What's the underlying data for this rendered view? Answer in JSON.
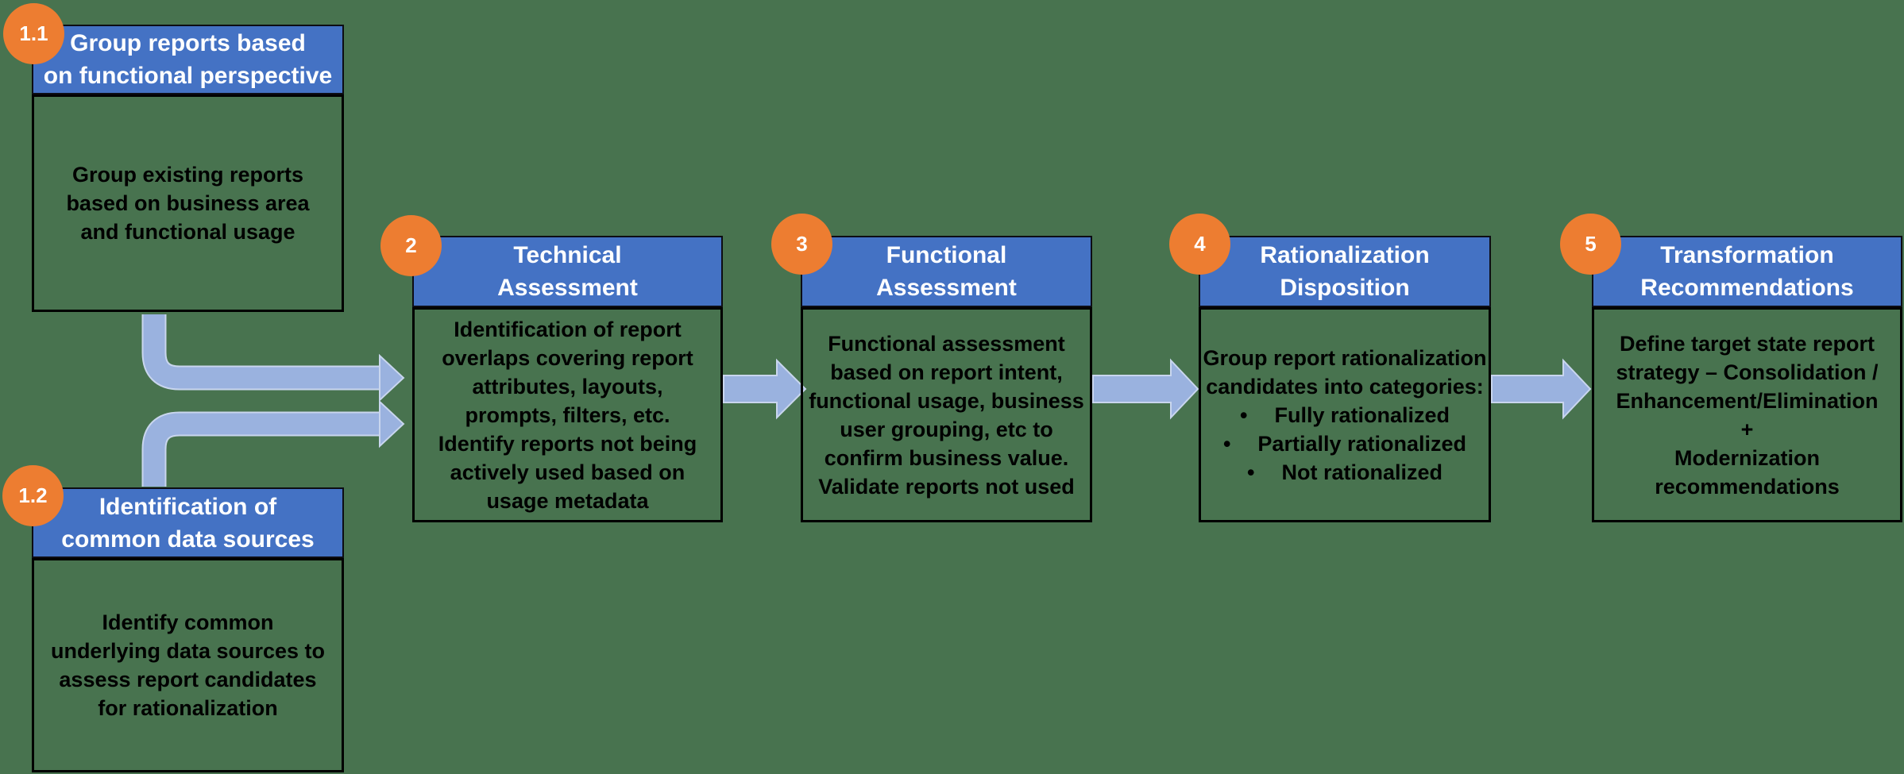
{
  "colors": {
    "background": "#48734F",
    "header_blue": "#4472C4",
    "badge_orange": "#ED7D31",
    "arrow_fill": "#9AB2DF",
    "arrow_outline": "#C9D6EE",
    "box_border": "#000000",
    "header_text": "#FFFFFF",
    "body_text": "#000000"
  },
  "boxes": [
    {
      "badge": "1.1",
      "title": "Group reports based\non functional perspective",
      "body": "Group existing reports\nbased on business area\nand functional usage"
    },
    {
      "badge": "1.2",
      "title": "Identification of\ncommon data sources",
      "body": "Identify common\nunderlying data sources to\nassess report candidates\nfor rationalization"
    },
    {
      "badge": "2",
      "title": "Technical\nAssessment",
      "body": "Identification of report\noverlaps covering report\nattributes, layouts,\nprompts, filters, etc.\nIdentify reports not being\nactively used based on\nusage metadata"
    },
    {
      "badge": "3",
      "title": "Functional\nAssessment",
      "body": "Functional assessment\nbased on report intent,\nfunctional usage, business\nuser grouping, etc to\nconfirm business value.\nValidate reports not used"
    },
    {
      "badge": "4",
      "title": "Rationalization\nDisposition",
      "body_intro": "Group report rationalization\ncandidates into categories:",
      "bullets": [
        "Fully rationalized",
        "Partially rationalized",
        "Not rationalized"
      ]
    },
    {
      "badge": "5",
      "title": "Transformation\nRecommendations",
      "body": "Define target state report\nstrategy – Consolidation /\nEnhancement/Elimination\n+\nModernization\nrecommendations"
    }
  ],
  "connections": [
    {
      "from": "1.1",
      "to": "2"
    },
    {
      "from": "1.2",
      "to": "2"
    },
    {
      "from": "2",
      "to": "3"
    },
    {
      "from": "3",
      "to": "4"
    },
    {
      "from": "4",
      "to": "5"
    }
  ]
}
